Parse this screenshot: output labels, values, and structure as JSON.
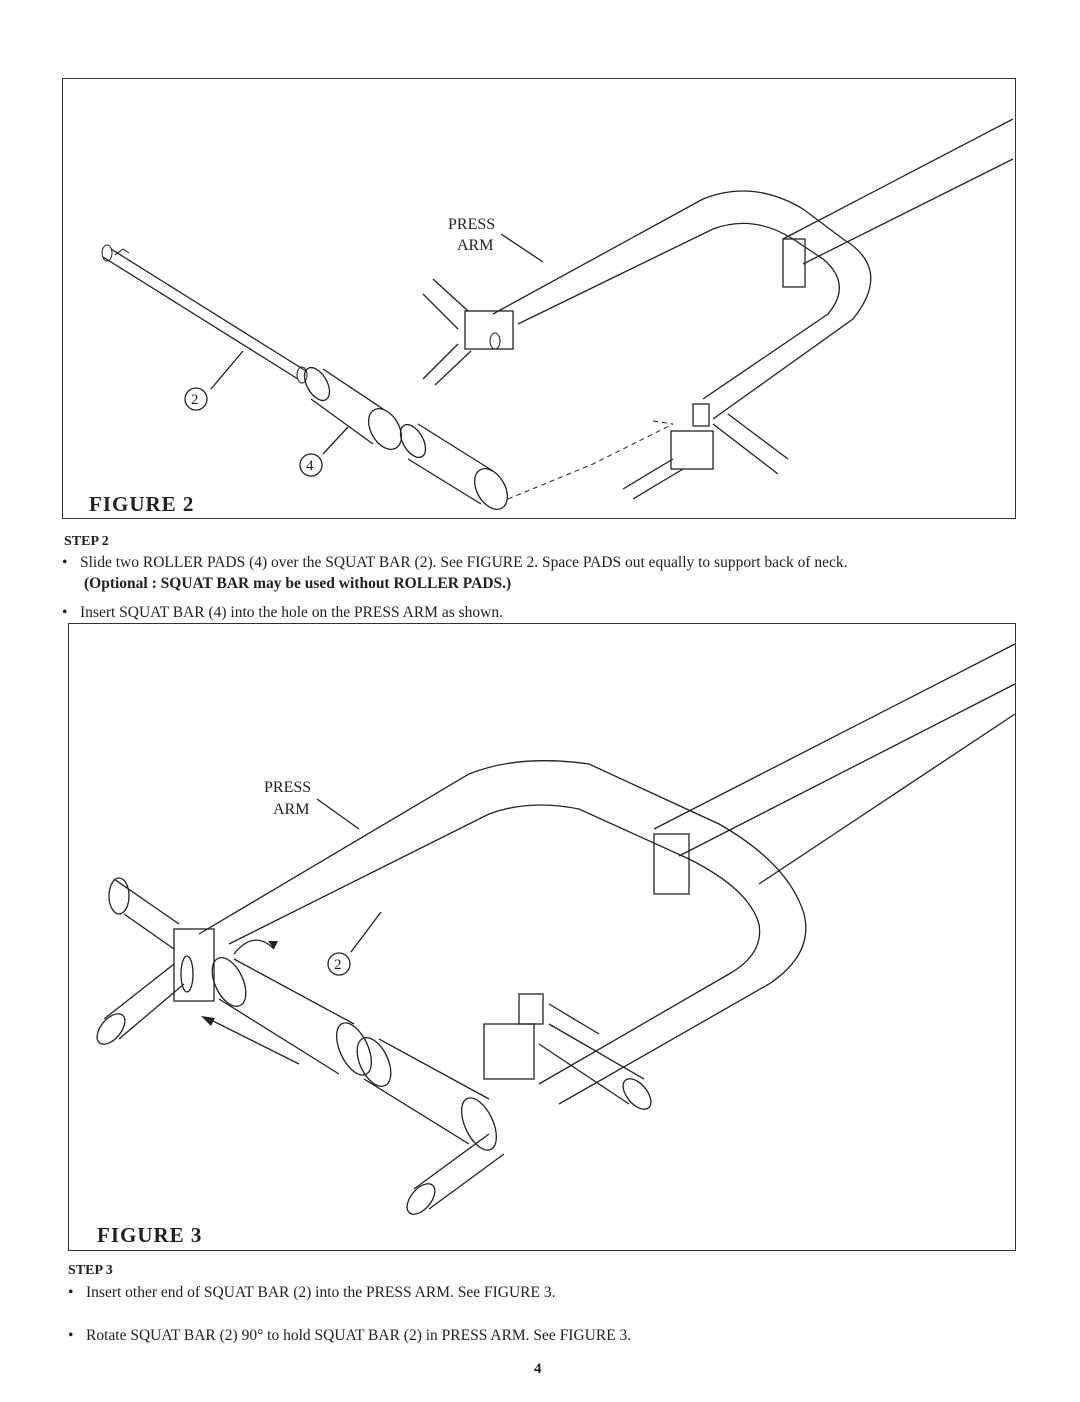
{
  "figure2": {
    "title": "FIGURE 2",
    "press_label_line1": "PRESS",
    "press_label_line2": "ARM",
    "callout_squat_bar": "2",
    "callout_roller_pad": "4"
  },
  "step2": {
    "heading": "STEP 2",
    "bullet1": "Slide two ROLLER PADS (4) over the SQUAT BAR (2). See FIGURE 2. Space PADS out equally to support back of neck.",
    "note": "(Optional : SQUAT BAR may be used without ROLLER PADS.)",
    "bullet2": "Insert SQUAT BAR (4) into the hole on the PRESS ARM as shown."
  },
  "figure3": {
    "title": "FIGURE 3",
    "press_label_line1": "PRESS",
    "press_label_line2": "ARM",
    "callout_squat_bar": "2"
  },
  "step3": {
    "heading": "STEP 3",
    "bullet1": "Insert other end of SQUAT BAR (2) into the PRESS ARM. See FIGURE 3.",
    "bullet2": "Rotate SQUAT BAR (2) 90° to hold SQUAT BAR (2) in PRESS ARM. See FIGURE 3."
  },
  "page": {
    "number": "4",
    "bullet_char": "•"
  }
}
